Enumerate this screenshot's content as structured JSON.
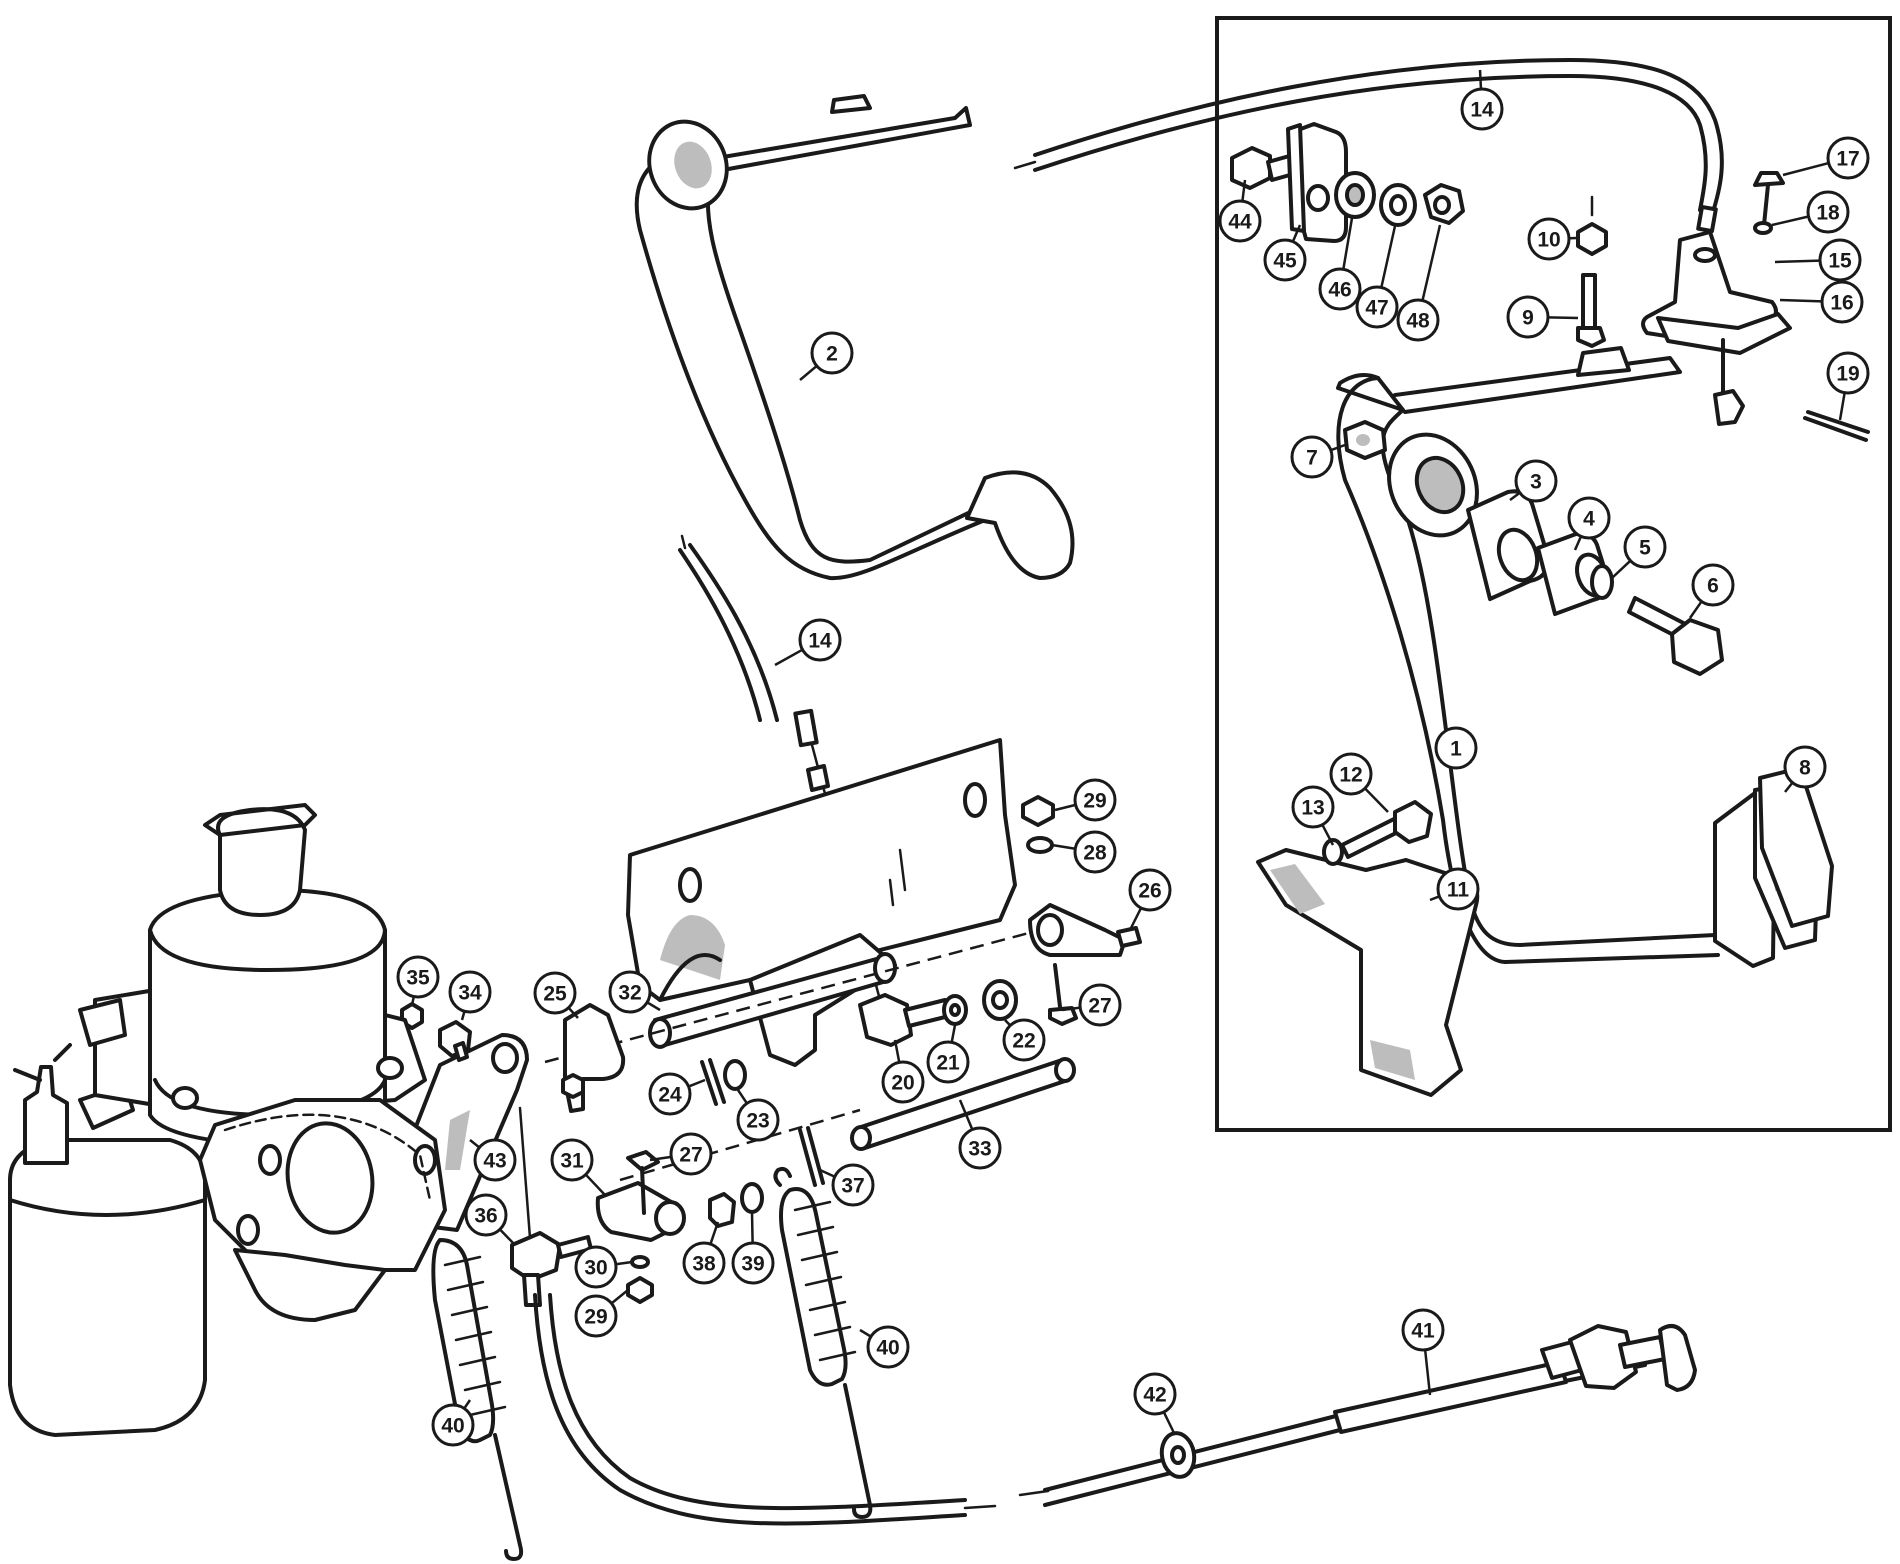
{
  "callouts": [
    {
      "label": "1"
    },
    {
      "label": "2"
    },
    {
      "label": "3"
    },
    {
      "label": "4"
    },
    {
      "label": "5"
    },
    {
      "label": "6"
    },
    {
      "label": "7"
    },
    {
      "label": "8"
    },
    {
      "label": "9"
    },
    {
      "label": "10"
    },
    {
      "label": "11"
    },
    {
      "label": "12"
    },
    {
      "label": "13"
    },
    {
      "label": "14"
    },
    {
      "label": "14"
    },
    {
      "label": "15"
    },
    {
      "label": "16"
    },
    {
      "label": "17"
    },
    {
      "label": "18"
    },
    {
      "label": "19"
    },
    {
      "label": "20"
    },
    {
      "label": "21"
    },
    {
      "label": "22"
    },
    {
      "label": "23"
    },
    {
      "label": "24"
    },
    {
      "label": "25"
    },
    {
      "label": "26"
    },
    {
      "label": "27"
    },
    {
      "label": "27"
    },
    {
      "label": "28"
    },
    {
      "label": "29"
    },
    {
      "label": "29"
    },
    {
      "label": "30"
    },
    {
      "label": "31"
    },
    {
      "label": "32"
    },
    {
      "label": "33"
    },
    {
      "label": "34"
    },
    {
      "label": "35"
    },
    {
      "label": "36"
    },
    {
      "label": "37"
    },
    {
      "label": "38"
    },
    {
      "label": "39"
    },
    {
      "label": "40"
    },
    {
      "label": "40"
    },
    {
      "label": "41"
    },
    {
      "label": "42"
    },
    {
      "label": "43"
    },
    {
      "label": "44"
    },
    {
      "label": "45"
    },
    {
      "label": "46"
    },
    {
      "label": "47"
    },
    {
      "label": "48"
    }
  ]
}
